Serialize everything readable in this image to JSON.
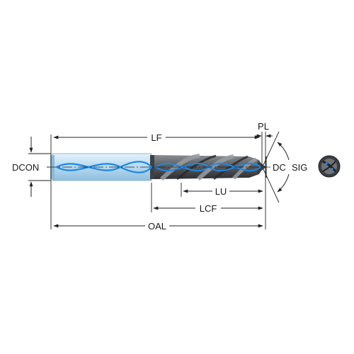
{
  "diagram": {
    "labels": {
      "lf": "LF",
      "pl": "PL",
      "dcon": "DCON",
      "dc": "DC",
      "sig": "SIG",
      "lu": "LU",
      "lcf": "LCF",
      "oal": "OAL"
    },
    "colors": {
      "body": "#5c5f63",
      "body_dark": "#2c2e31",
      "shank_light": "#c7e3f4",
      "coolant": "#1e88e5",
      "line": "#222222"
    },
    "icons": [
      "drill-tip-end-view-icon"
    ]
  }
}
